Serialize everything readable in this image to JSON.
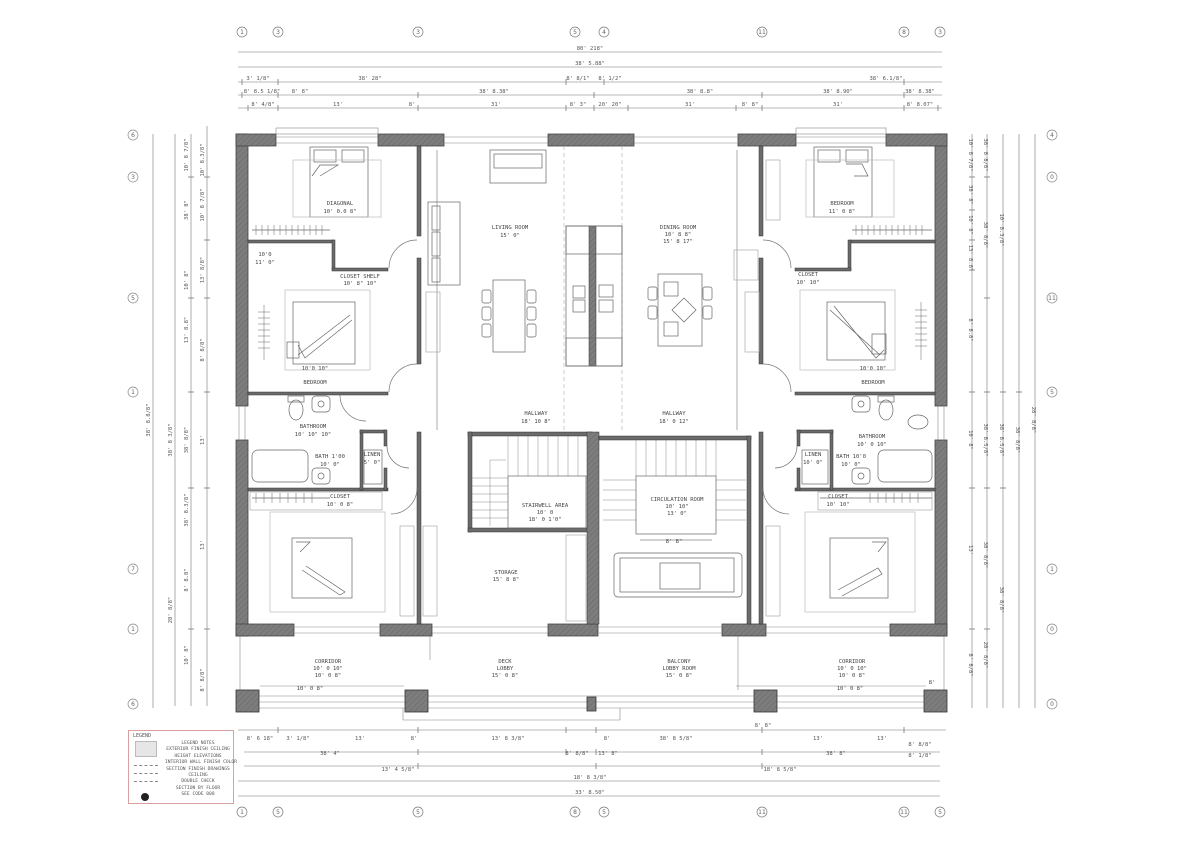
{
  "drawing": {
    "type": "architectural floor plan",
    "wall_color": "#7a7a7a",
    "line_color": "#555555",
    "background": "#ffffff",
    "legend_border_color": "#d8a0a0"
  },
  "grid_markers": {
    "top": [
      "1",
      "3",
      "3",
      "5",
      "4",
      "11",
      "8",
      "3"
    ],
    "bottom": [
      "1",
      "5",
      "5",
      "8",
      "5",
      "11",
      "11",
      "5"
    ],
    "left": [
      "6",
      "3",
      "5",
      "1",
      "7",
      "1",
      "6"
    ],
    "right": [
      "4",
      "0",
      "11",
      "5",
      "1",
      "0",
      "0"
    ]
  },
  "dimensions": {
    "top": {
      "row1": [
        "80' 218\""
      ],
      "row2": [
        "38' 5.88\""
      ],
      "row3": [
        "3' 1/8\"",
        "38' 28\"",
        "8' 8/1\"",
        "8' 1/2\"",
        "38' 6.1/8\""
      ],
      "row4": [
        "8' 8.5 1/8\"",
        "8' 8\"",
        "38' 8.38\"",
        "38' 8.8\"",
        "38' 8.90\"",
        "38' 8.38\""
      ],
      "row5": [
        "8' 4/8\"",
        "13'",
        "8'",
        "31'",
        "8' 3\"",
        "20' 20\"",
        "31'",
        "8' 8\"",
        "31'",
        "8' 8.07\""
      ]
    },
    "bottom": {
      "row1": [
        "8' 6 18\"",
        "3' 1/8\"",
        "13'",
        "8'",
        "13' 8 3/8\"",
        "8'",
        "38' 8 5/8\"",
        "8' 8\"",
        "13'",
        "13'",
        "8' 8/8\""
      ],
      "row2": [
        "38' 4\"",
        "8' 8/8\"",
        "13' 8\"",
        "38' 8\"",
        "8' 1/8\""
      ],
      "row3": [
        "13' 4 5/8\"",
        "18' 8 5/8\""
      ],
      "row4": [
        "18' 8 3/8\""
      ],
      "row5": [
        "33' 8.50\""
      ]
    },
    "left": [
      "38' 8.8/8\"",
      "38' 8 3/8\"",
      "38' 8/8\"",
      "38' 8.3/8\"",
      "28' 8/8\"",
      "10' 8 7/8\"",
      "38' 8\"",
      "10' 8\"",
      "13' 8.8\"",
      "8' 8.8\"",
      "10' 8\"",
      "10' 8.3/8\"",
      "10' 8 7/8\"",
      "13' 8/8\"",
      "8' 8/8\"",
      "13'"
    ],
    "right": [
      "38' 8 8/8\"",
      "38' 8/8\"",
      "38' 8.5/8\"",
      "38' 8/8\"",
      "28' 8/8\"",
      "10' 8 7/8\"",
      "38' 8\"",
      "10' 8\"",
      "13' 8.8\"",
      "8' 8.8\"",
      "10' 8\"",
      "10' 8.3/8\"",
      "8' 8/8\"",
      "13'"
    ]
  },
  "rooms": [
    {
      "id": "bed-nw-1",
      "name": "DIAGONAL",
      "size": "10' 0.0 8\""
    },
    {
      "id": "closet-nw",
      "name": "10'0",
      "size": "11' 0\""
    },
    {
      "id": "bed-nw-2",
      "name": "BEDROOM",
      "size": "10'0 10\""
    },
    {
      "id": "bed-nw-2-note",
      "name": "CLOSET SHELF",
      "size": "10' 8\" 10\""
    },
    {
      "id": "bath-w",
      "name": "BATHROOM",
      "size": "10' 10\" 10\""
    },
    {
      "id": "bath-w-vanity",
      "name": "BATH 1'00",
      "size": "10' 0\""
    },
    {
      "id": "linen-w",
      "name": "LINEN",
      "size": "5' 0\""
    },
    {
      "id": "closet-sw",
      "name": "CLOSET",
      "size": "10' 0 8\""
    },
    {
      "id": "living-w",
      "name": "LIVING ROOM",
      "size": "15' 0\""
    },
    {
      "id": "dining",
      "name": "DINING ROOM",
      "size": "10' 8 8\"",
      "extra": "15' 8 17\""
    },
    {
      "id": "hall-w",
      "name": "HALLWAY",
      "size": "18' 10 8\""
    },
    {
      "id": "hall-e",
      "name": "HALLWAY",
      "size": "18' 0 12\""
    },
    {
      "id": "stair-w",
      "name": "STAIRWELL AREA",
      "size": "10' 0",
      "extra": "18' 0 1'0\""
    },
    {
      "id": "stair-e",
      "name": "CIRCULATION ROOM",
      "size": "10' 10\"",
      "extra": "13' 0\""
    },
    {
      "id": "storage",
      "name": "STORAGE",
      "size": "15' 8 8\""
    },
    {
      "id": "bed-ne-1",
      "name": "BEDROOM",
      "size": "11' 0 8\""
    },
    {
      "id": "bed-ne-2",
      "name": "BEDROOM",
      "size": "10'0 10\""
    },
    {
      "id": "bed-ne-2-note",
      "name": "CLOSET",
      "size": "10' 10\""
    },
    {
      "id": "bath-e",
      "name": "BATHROOM",
      "size": "10' 0 10\""
    },
    {
      "id": "bath-e-vanity",
      "name": "BATH 10'0",
      "size": "10' 0\""
    },
    {
      "id": "linen-e",
      "name": "LINEN",
      "size": "10' 0\""
    },
    {
      "id": "closet-se",
      "name": "CLOSET",
      "size": "10' 10\""
    },
    {
      "id": "porch-w",
      "name": "CORRIDOR",
      "size": "10' 0 10\"",
      "extra": "10' 0 8\""
    },
    {
      "id": "porch-c",
      "name": "DECK",
      "size": "LOBBY",
      "extra": "15' 0 8\""
    },
    {
      "id": "porch-ce",
      "name": "BALCONY",
      "size": "LOBBY ROOM",
      "extra": "15' 0 8\""
    },
    {
      "id": "porch-e",
      "name": "CORRIDOR",
      "size": "10' 0 10\"",
      "extra": "10' 0 8\""
    }
  ],
  "porch_dims": {
    "left": "10' 0 8\"",
    "right": "10' 0 8\"",
    "corner": "8'"
  },
  "stair_dim": "8' 8\"",
  "legend": {
    "title": "LEGEND",
    "items": [
      "LEGEND NOTES",
      "EXTERIOR FINISH CEILING",
      "HEIGHT ELEVATIONS",
      "INTERIOR WALL FINISH COLOR",
      "SECTION FINISH DRAWINGS",
      "CEILING",
      "DOUBLE CHECK",
      "SECTION BY FLOOR",
      "SEE CODE 008"
    ]
  }
}
